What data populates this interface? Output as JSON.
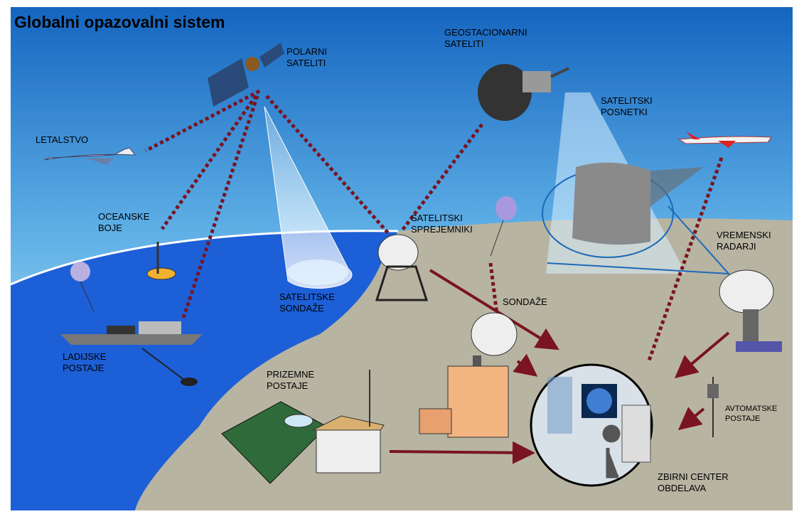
{
  "title": "Globalni opazovalni sistem",
  "labels": {
    "polar": "POLARNI\nSATELITI",
    "geo": "GEOSTACIONARNI\nSATELITI",
    "images": "SATELITSKI\nPOSNETKI",
    "aviation": "LETALSTVO",
    "buoys": "OCEANSKE\nBOJE",
    "receivers": "SATELITSKI\nSPREJEMNIKI",
    "radars": "VREMENSKI\nRADARJI",
    "sat_soundings": "SATELITSKE\nSONDAŽE",
    "soundings": "SONDAŽE",
    "ships": "LADIJSKE\nPOSTAJE",
    "ground": "PRIZEMNE\nPOSTAJE",
    "auto": "AVTOMATSKE\nPOSTAJE",
    "center": "ZBIRNI CENTER\nOBDELAVA"
  },
  "colors": {
    "sky_top": "#1565c0",
    "sky_bottom": "#c9ecf8",
    "ocean": "#1d5fd6",
    "land": "#b8b4a2",
    "link": "#7a1420"
  }
}
